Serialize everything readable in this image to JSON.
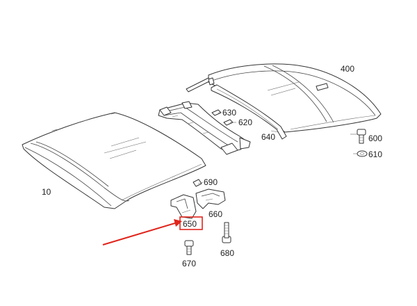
{
  "diagram": {
    "part_labels": {
      "p10": "10",
      "p400": "400",
      "p600": "600",
      "p610": "610",
      "p620": "620",
      "p630": "630",
      "p640": "640",
      "p650": "650",
      "p660": "660",
      "p670": "670",
      "p680": "680",
      "p690": "690"
    },
    "highlighted_part": "650",
    "colors": {
      "highlight": "#e0241b",
      "line": "#333333",
      "background": "#ffffff"
    }
  }
}
